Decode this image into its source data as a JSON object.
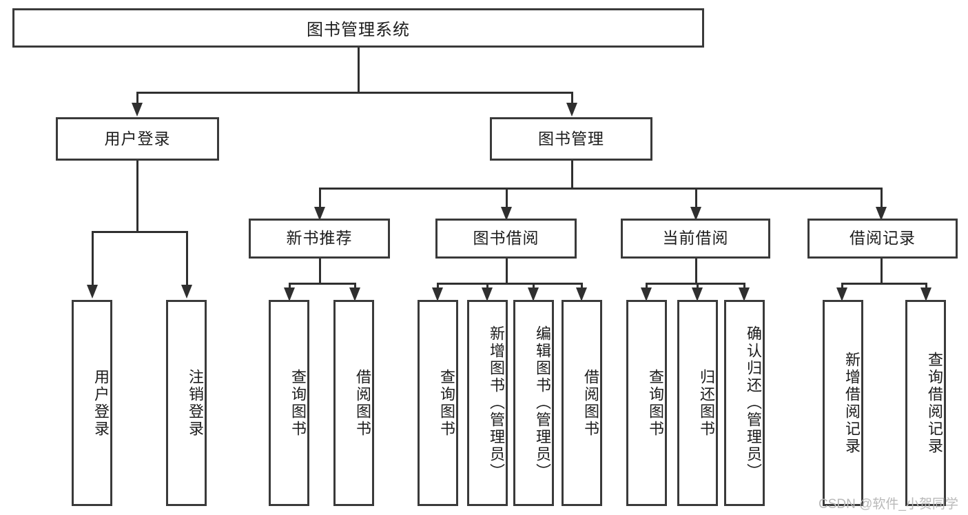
{
  "diagram": {
    "title": "图书管理系统",
    "type": "functional-structure-tree",
    "root": {
      "label": "图书管理系统"
    },
    "level2": [
      {
        "label": "用户登录"
      },
      {
        "label": "图书管理"
      }
    ],
    "level3": [
      {
        "label": "新书推荐"
      },
      {
        "label": "图书借阅"
      },
      {
        "label": "当前借阅"
      },
      {
        "label": "借阅记录"
      }
    ],
    "leaves": {
      "user_login": [
        {
          "label": "用户登录"
        },
        {
          "label": "注销登录"
        }
      ],
      "new_book_recommend": [
        {
          "label": "查询图书"
        },
        {
          "label": "借阅图书"
        }
      ],
      "book_borrow": [
        {
          "label": "查询图书"
        },
        {
          "label": "新增图书（管理员）"
        },
        {
          "label": "编辑图书（管理员）"
        },
        {
          "label": "借阅图书"
        }
      ],
      "current_borrow": [
        {
          "label": "查询图书"
        },
        {
          "label": "归还图书"
        },
        {
          "label": "确认归还（管理员）"
        }
      ],
      "borrow_record": [
        {
          "label": "新增借阅记录"
        },
        {
          "label": "查询借阅记录"
        }
      ]
    }
  },
  "watermark": {
    "text": "CSDN @软件_小贺同学"
  },
  "colors": {
    "box_border": "#3a3a3a",
    "connector": "#2f2f2f",
    "background": "#ffffff",
    "text": "#1c1c1c",
    "watermark": "#b9b9b9"
  }
}
